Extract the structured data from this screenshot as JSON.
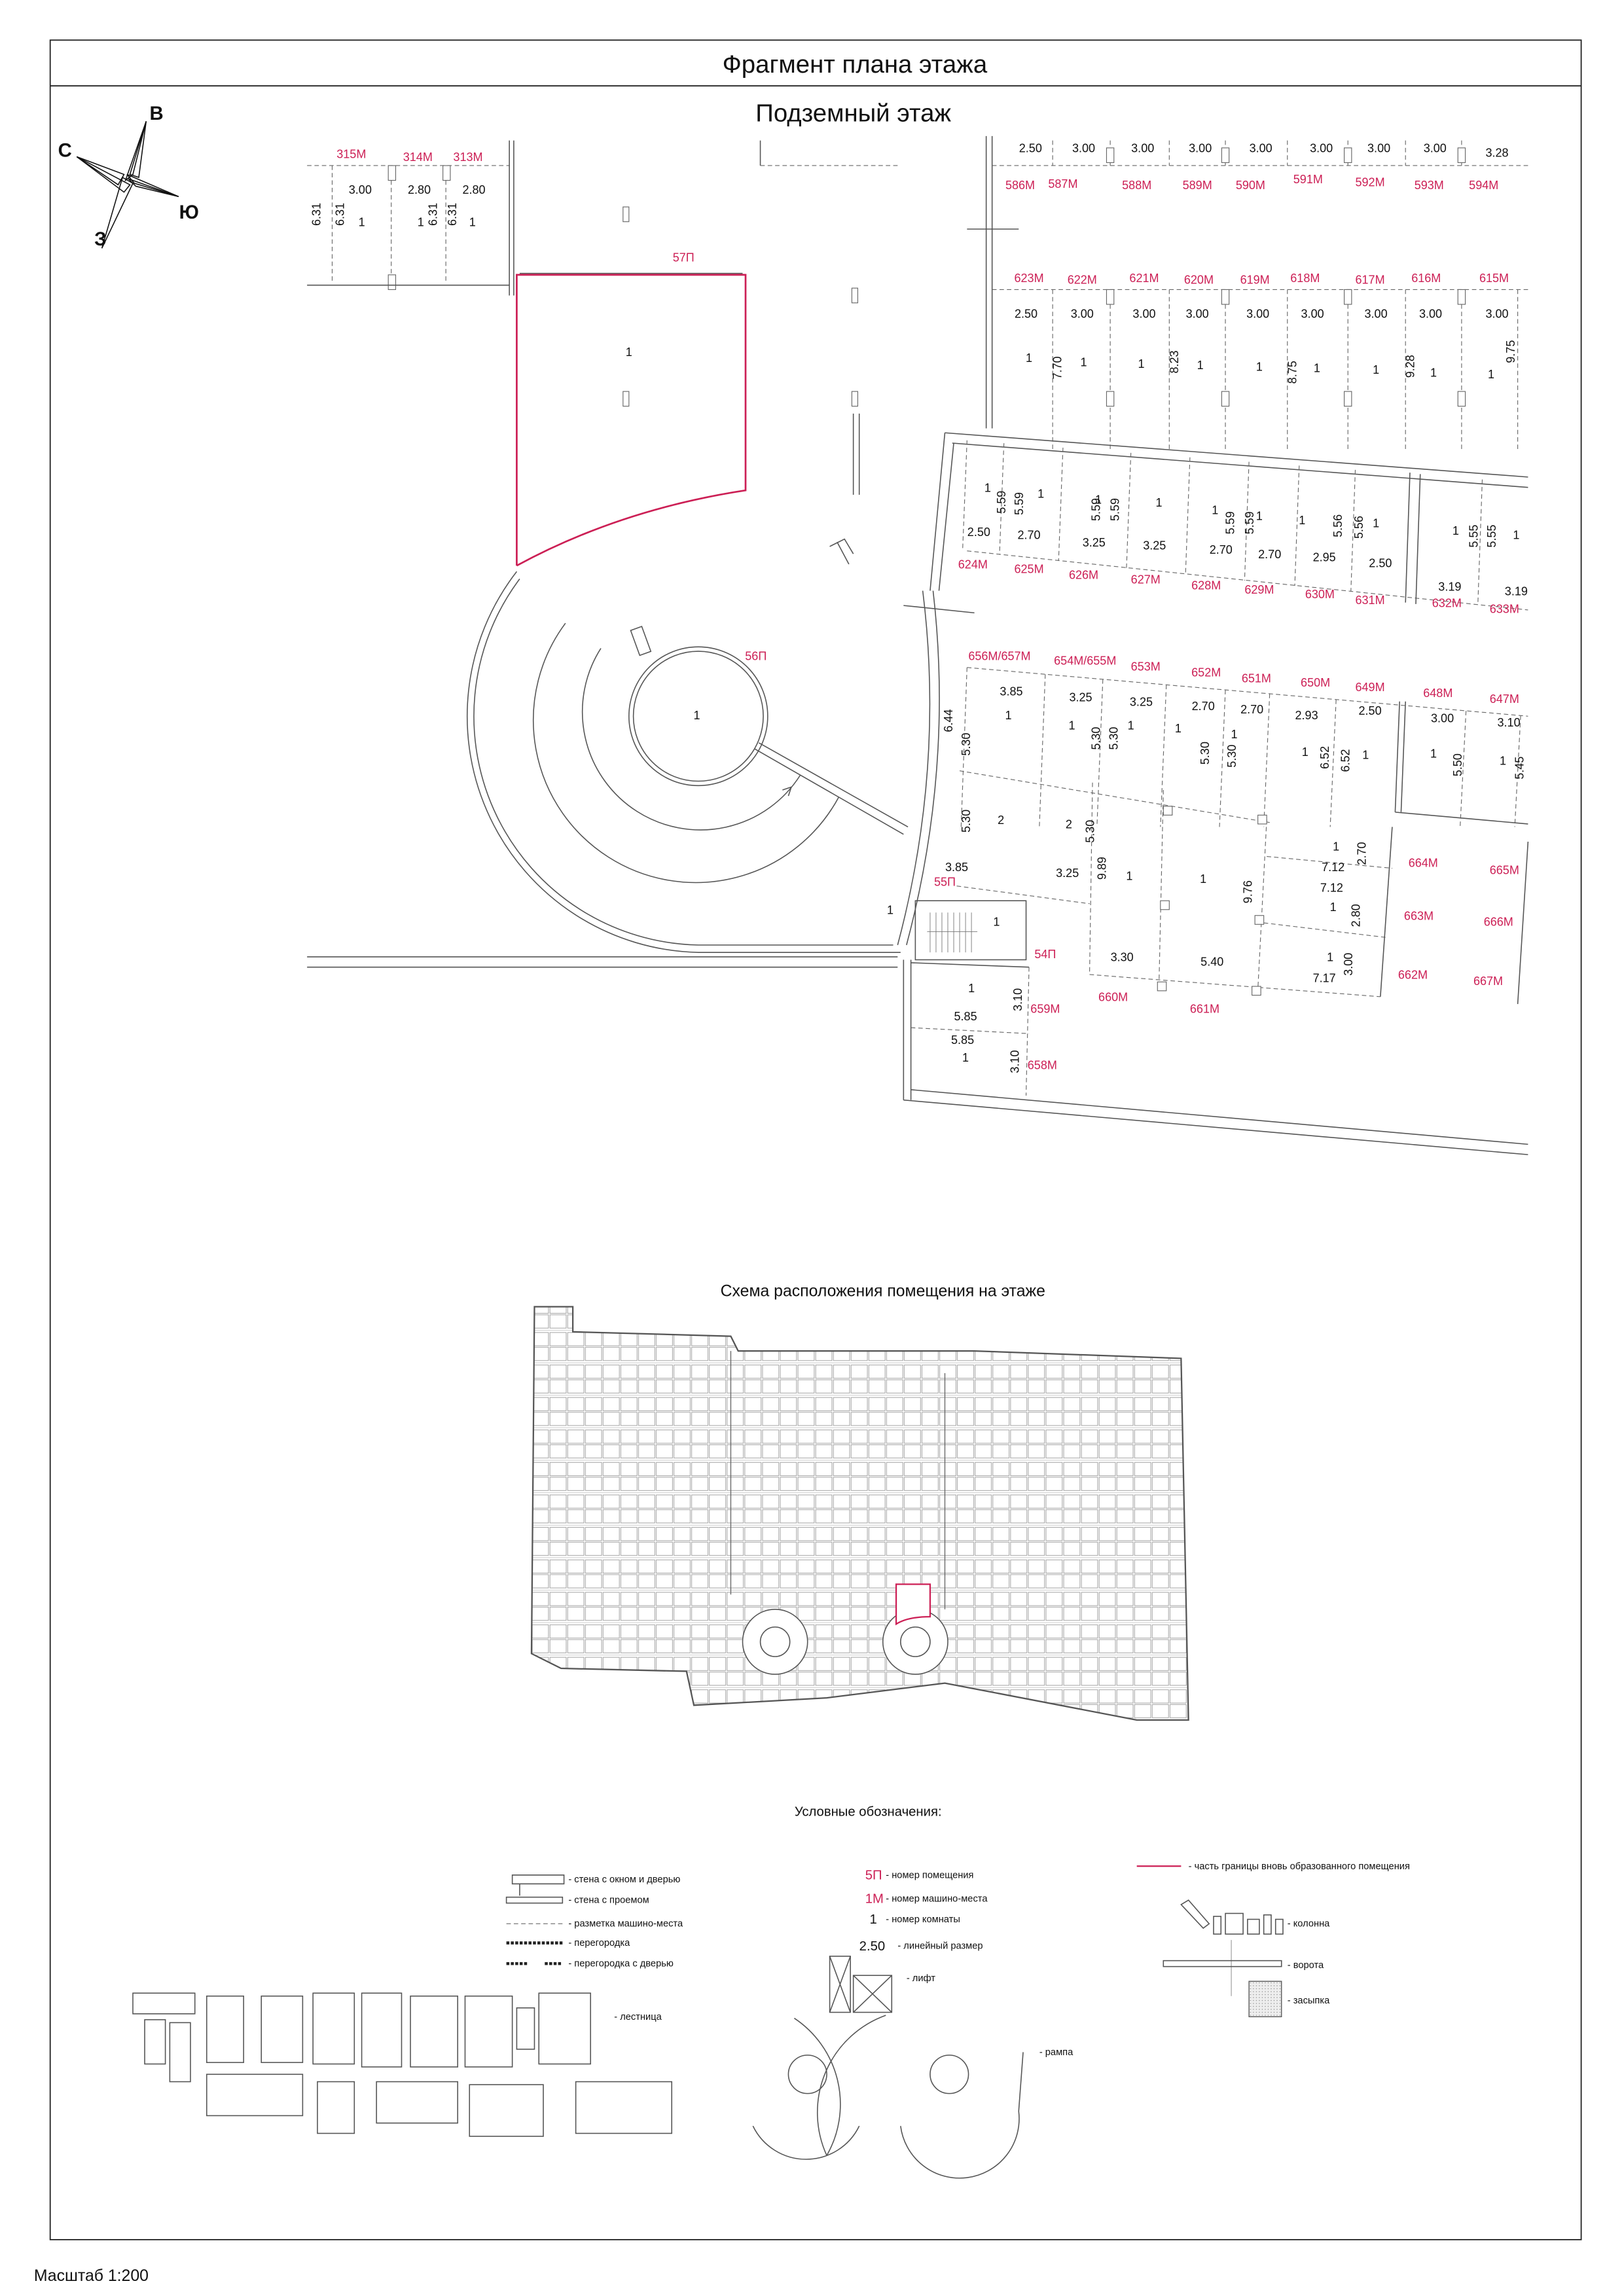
{
  "title": "Фрагмент плана этажа",
  "floor": "Подземный этаж",
  "compass": {
    "north": "С",
    "east": "В",
    "south": "Ю",
    "west": "З"
  },
  "plan": {
    "r1": {
      "widths": [
        "2.50",
        "3.00",
        "3.00",
        "3.00",
        "3.00",
        "3.00",
        "3.00",
        "3.00",
        "3.28"
      ],
      "spaces": [
        "586М",
        "587М",
        "588М",
        "589М",
        "590М",
        "591М",
        "592М",
        "593М",
        "594М"
      ]
    },
    "r2": {
      "spaces": [
        "623М",
        "622М",
        "621М",
        "620М",
        "619М",
        "618М",
        "617М",
        "616М",
        "615М"
      ],
      "widths": [
        "2.50",
        "3.00",
        "3.00",
        "3.00",
        "3.00",
        "3.00",
        "3.00",
        "3.00",
        "3.00"
      ],
      "rooms": [
        "1",
        "1",
        "1",
        "1",
        "1",
        "1",
        "1",
        "1",
        "1"
      ],
      "depths": [
        "7.70",
        "8.23",
        "8.75",
        "9.28",
        "9.75"
      ]
    },
    "r3": {
      "spaces": [
        "624М",
        "625М",
        "626М",
        "627М",
        "628М",
        "629М",
        "630М",
        "631М",
        "632М",
        "633М"
      ],
      "widths": [
        "2.50",
        "2.70",
        "3.25",
        "3.25",
        "2.70",
        "2.70",
        "2.95",
        "2.50",
        "3.19",
        "3.19"
      ],
      "rooms": [
        "1",
        "1",
        "1",
        "1",
        "1",
        "1",
        "1",
        "1",
        "1",
        "1"
      ],
      "depths": [
        "5.59",
        "5.59",
        "5.59",
        "5.59",
        "5.59",
        "5.59",
        "5.56",
        "5.56",
        "5.55",
        "5.55"
      ]
    },
    "r4": {
      "spaces": [
        "656М/657М",
        "654М/655М",
        "653М",
        "652М",
        "651М",
        "650М",
        "649М",
        "648М",
        "647М"
      ],
      "widths": [
        "3.85",
        "3.25",
        "3.25",
        "2.70",
        "2.70",
        "2.93",
        "2.50",
        "3.00",
        "3.10"
      ],
      "rooms": [
        "1",
        "1",
        "1",
        "1",
        "1",
        "1",
        "1",
        "1",
        "1"
      ],
      "depths": [
        "6.44",
        "5.30",
        "5.30",
        "5.30",
        "5.30",
        "5.30",
        "6.52",
        "6.52",
        "5.50",
        "5.45"
      ]
    },
    "r5": {
      "rooms": [
        "2",
        "2",
        "1",
        "1",
        "1",
        "1",
        "1"
      ],
      "widths": [
        "3.85",
        "3.25",
        "7.12",
        "7.12",
        "3.30",
        "5.40",
        "7.17"
      ],
      "depths": [
        "5.30",
        "5.30",
        "9.89",
        "9.76",
        "2.70",
        "2.80",
        "3.00"
      ],
      "spaces": [
        "664М",
        "663М",
        "662М",
        "665М",
        "666М",
        "667М",
        "660М",
        "661М",
        "659М",
        "658М"
      ]
    },
    "r6": {
      "rooms": [
        "1",
        "1"
      ],
      "widths": [
        "5.85",
        "5.85"
      ],
      "depths": [
        "3.10",
        "3.10"
      ]
    },
    "left": {
      "spaces": [
        "315М",
        "314М",
        "313М"
      ],
      "widths": [
        "3.00",
        "2.80",
        "2.80"
      ],
      "depths": [
        "6.31",
        "6.31",
        "6.31",
        "6.31"
      ],
      "rooms": [
        "1",
        "1",
        "1"
      ]
    },
    "premises": [
      "57П",
      "56П",
      "55П",
      "54П"
    ],
    "premise_rooms": [
      "1",
      "1",
      "1",
      "1"
    ]
  },
  "scheme_title": "Схема расположения помещения на этаже",
  "legend": {
    "title": "Условные обозначения:",
    "wall_window_door": "- стена с окном и дверью",
    "wall_opening": "- стена с проемом",
    "parking_marking": "- разметка машино-места",
    "partition": "- перегородка",
    "partition_door": "- перегородка с дверью",
    "premise_sample": "5П",
    "premise_number": "- номер помещения",
    "space_sample": "1М",
    "space_number": "- номер машино-места",
    "room_sample": "1",
    "room_number": "- номер комнаты",
    "dim_sample": "2.50",
    "linear_dim": "- линейный размер",
    "elevator": "- лифт",
    "boundary": "- часть границы вновь образованного помещения",
    "column": "- колонна",
    "gate": "- ворота",
    "backfill": "- засыпка",
    "stairs": "- лестница",
    "ramp": "- рампа"
  },
  "scale": "Масштаб 1:200",
  "colors": {
    "accent": "#cc1f55",
    "line": "#555555"
  }
}
